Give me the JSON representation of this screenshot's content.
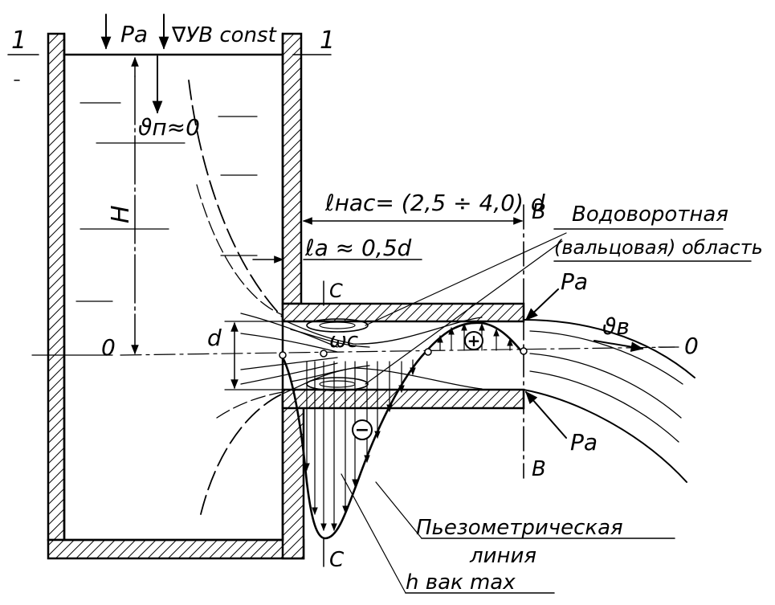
{
  "labels": {
    "section_1_left": "1",
    "section_1_right": "1",
    "pressure_top": "Pa",
    "level_const": "∇УВ const",
    "velocity_tank": "ϑп≈0",
    "head": "H",
    "datum_left": "0",
    "datum_right": "0",
    "diameter": "d",
    "omega_c": "ωc",
    "section_c_top": "C",
    "section_c_bottom": "C",
    "l_nas": "ℓнас= (2,5 ÷ 4,0) d",
    "l_a": "ℓa ≈ 0,5d",
    "section_b_top": "В",
    "section_b_bottom": "В",
    "vortex_line1": "Водоворотная",
    "vortex_line2": "(вальцовая) область",
    "pressure_upper": "Pa",
    "pressure_lower": "Pa",
    "velocity_out": "ϑв",
    "plus_sign": "+",
    "minus_sign": "−",
    "piezo_line1": "Пьезометрическая",
    "piezo_line2": "линия",
    "h_vac_max": "h вак max"
  }
}
